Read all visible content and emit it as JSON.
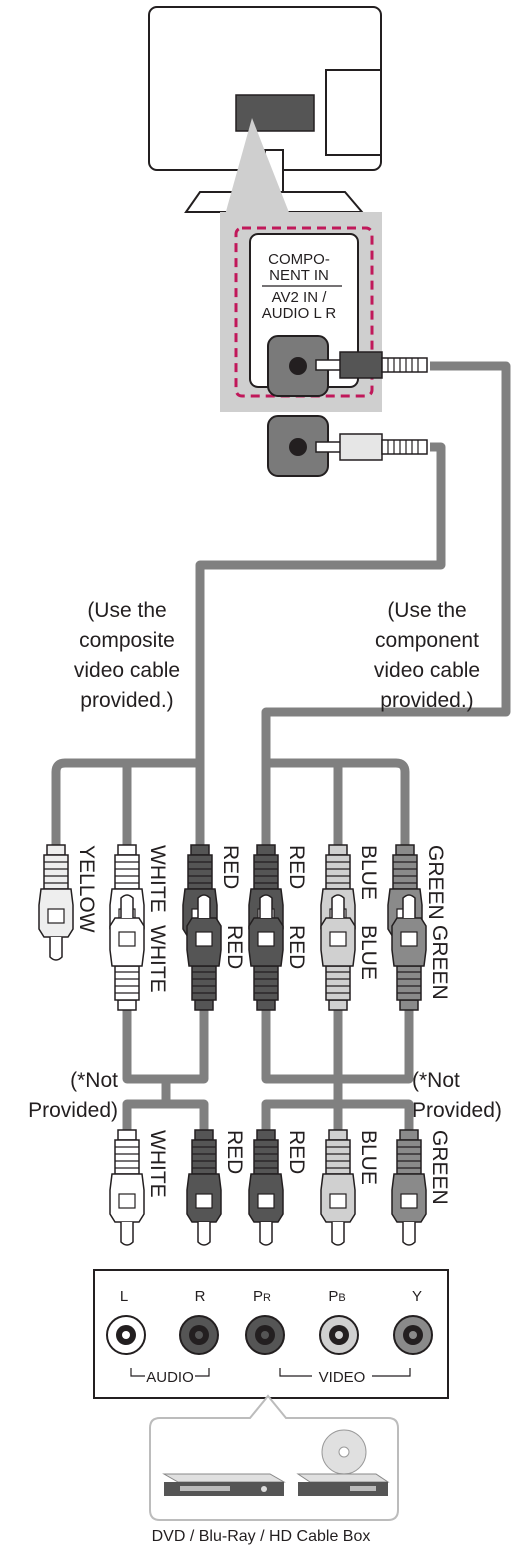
{
  "tv_panel": {
    "label_line1": "COMPO-",
    "label_line2": "NENT IN",
    "label_line3": "AV2 IN /",
    "label_line4": "AUDIO L R"
  },
  "notes": {
    "composite": [
      "(Use the",
      "composite",
      "video cable",
      "provided.)"
    ],
    "component": [
      "(Use the",
      "component",
      "video cable",
      "provided.)"
    ],
    "not_provided_left": [
      "(*Not",
      "Provided)"
    ],
    "not_provided_right": [
      "(*Not",
      "Provided)"
    ]
  },
  "top_plugs": [
    "YELLOW",
    "WHITE",
    "RED",
    "RED",
    "BLUE",
    "GREEN"
  ],
  "mid_plugs": [
    "WHITE",
    "RED",
    "RED",
    "BLUE",
    "GREEN"
  ],
  "bottom_plugs": [
    "WHITE",
    "RED",
    "RED",
    "BLUE",
    "GREEN"
  ],
  "device_ports": {
    "labels": [
      "L",
      "R",
      "P",
      "P",
      "Y"
    ],
    "subscripts": [
      "",
      "",
      "R",
      "B",
      ""
    ],
    "audio_group": "AUDIO",
    "video_group": "VIDEO"
  },
  "device_caption": "DVD / Blu-Ray / HD Cable Box",
  "colors": {
    "yellow_plug": "#eeeeee",
    "white_plug": "#ffffff",
    "red_plug": "#555555",
    "blue_plug": "#d0d0d0",
    "green_plug": "#8a8a8a",
    "cable": "#808080",
    "dashed_border": "#c0185a"
  }
}
